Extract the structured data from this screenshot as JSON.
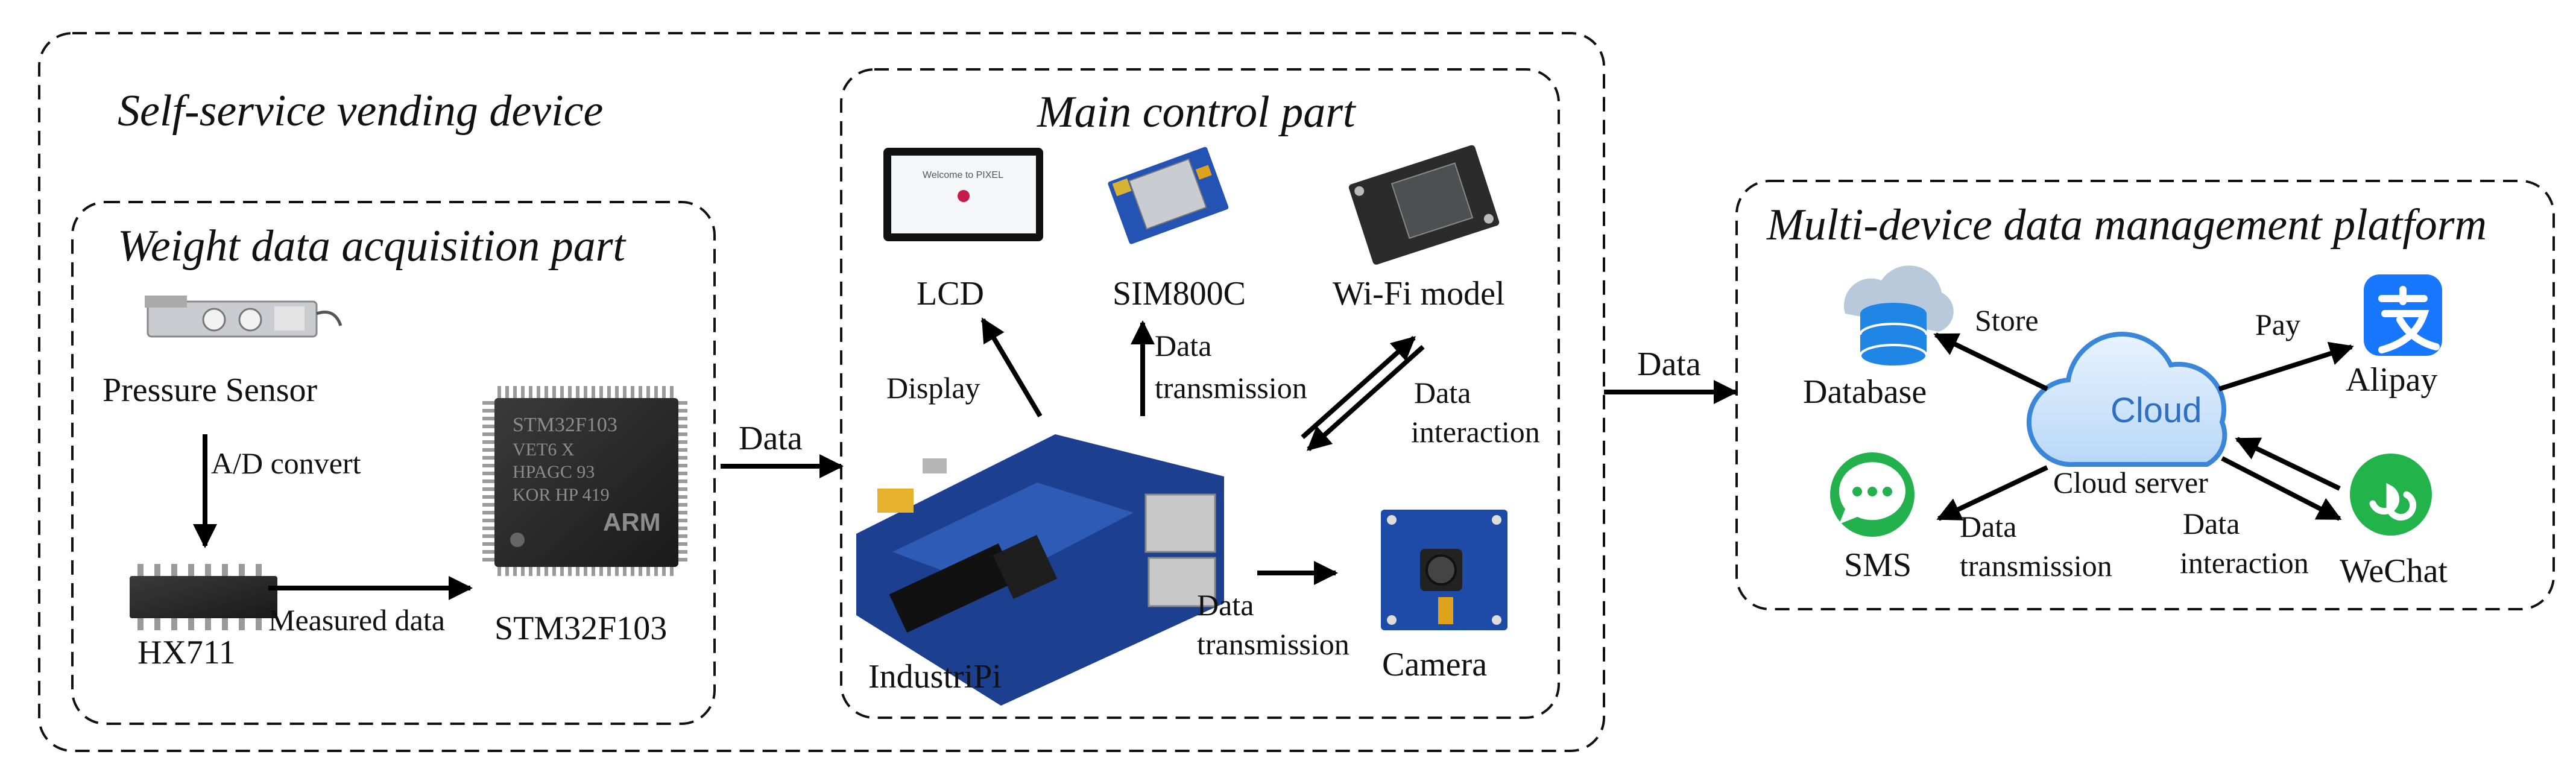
{
  "groups": {
    "self_service": "Self-service vending device",
    "weight_acquisition": "Weight data acquisition part",
    "main_control": "Main control part",
    "platform": "Multi-device data management platform"
  },
  "components": {
    "pressure_sensor": "Pressure Sensor",
    "hx711": "HX711",
    "stm32": "STM32F103",
    "lcd": "LCD",
    "sim800c": "SIM800C",
    "wifi": "Wi-Fi model",
    "industripi": "IndustriPi",
    "camera": "Camera",
    "database": "Database",
    "cloud_server": "Cloud server",
    "cloud_icon_text": "Cloud",
    "alipay": "Alipay",
    "sms": "SMS",
    "wechat": "WeChat"
  },
  "chip_marking": [
    "STM32F103",
    "VET6    X",
    "HPAGC 93",
    "KOR HP 419",
    "ARM"
  ],
  "lcd_screen_text": "Welcome to PIXEL",
  "edges": {
    "ad_convert": "A/D convert",
    "measured_data": "Measured data",
    "data_to_main": "Data",
    "display": "Display",
    "data_transmission_1": "Data",
    "data_transmission_2": "transmission",
    "data_interaction_1": "Data",
    "data_interaction_2": "interaction",
    "data_to_platform": "Data",
    "store": "Store",
    "pay": "Pay"
  },
  "icons": {
    "database": "database-icon",
    "cloud": "cloud-icon",
    "alipay": "alipay-icon",
    "sms": "sms-icon",
    "wechat": "wechat-miniprogram-icon"
  },
  "colors": {
    "database_blue": "#1f86e6",
    "cloud_blue": "#3a86d8",
    "alipay_blue": "#1777ff",
    "sms_green": "#23b14d",
    "wechat_green": "#22b34a",
    "board_blue": "#1d3f8f",
    "camera_blue": "#1f4ba8"
  }
}
